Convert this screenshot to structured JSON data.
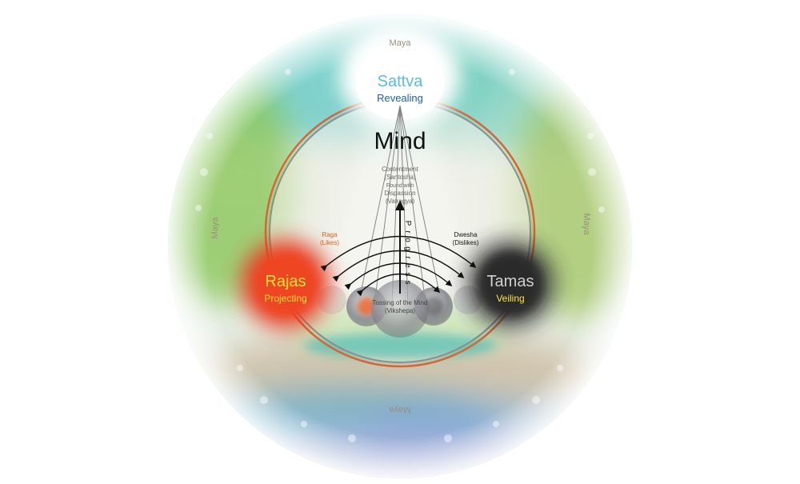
{
  "diagram": {
    "maya": {
      "top": "Maya",
      "left": "Maya",
      "right": "Maya",
      "bottom": "Maya"
    },
    "sattva": {
      "name": "Sattva",
      "quality": "Revealing"
    },
    "rajas": {
      "name": "Rajas",
      "quality": "Projecting"
    },
    "tamas": {
      "name": "Tamas",
      "quality": "Veiling"
    },
    "mind": {
      "title": "Mind"
    },
    "contentment": {
      "line1": "Contentment",
      "line2": "(Santosha)",
      "line3": "Found with",
      "line4": "Dispassion",
      "line5": "(Vairagya)"
    },
    "raga": {
      "line1": "Raga",
      "line2": "(Likes)"
    },
    "dwesha": {
      "line1": "Dwesha",
      "line2": "(Dislikes)"
    },
    "progress": {
      "letters": [
        "P",
        "r",
        "o",
        "g",
        "r",
        "e",
        "s",
        "s"
      ]
    },
    "tossing": {
      "line1": "Tossing of the Mind",
      "line2": "(Vikshepa)"
    }
  },
  "colors": {
    "sattva_text": "#5bbbe6",
    "revealing_text": "#1f5fa8",
    "rajas_glow": "#e8341b",
    "rajas_text": "#ffe23a",
    "tamas_glow": "#2a2a2a",
    "tamas_name": "#d0d0d0",
    "tamas_quality": "#ffe23a",
    "raga_text": "#e06020",
    "orange_ring": "#d5663a",
    "grey_ring": "#8e8e8e",
    "maya_text": "#9a9080"
  }
}
